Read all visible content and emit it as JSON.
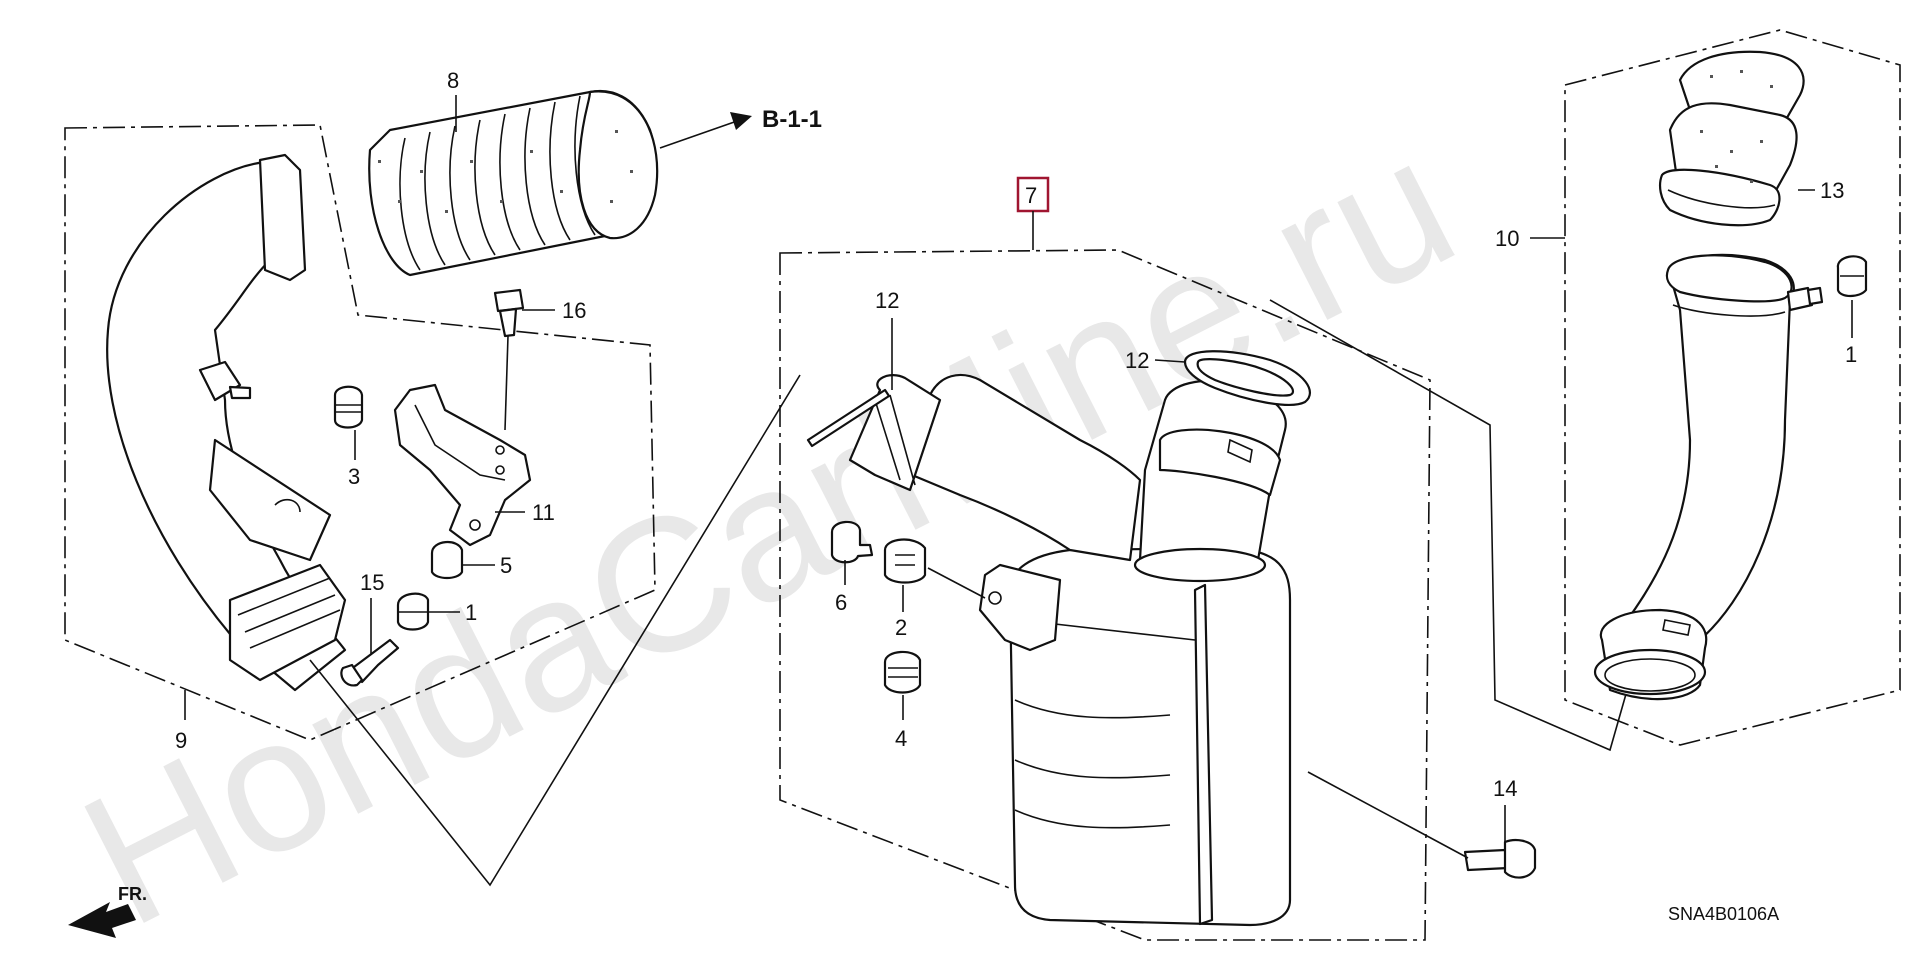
{
  "diagram": {
    "watermark": "HondaCarMine.ru",
    "reference": "B-1-1",
    "highlighted_part": "7",
    "diagram_code": "SNA4B0106A",
    "front_indicator": "FR.",
    "callouts": {
      "p1a": "1",
      "p1b": "1",
      "p2": "2",
      "p3": "3",
      "p4": "4",
      "p5": "5",
      "p6": "6",
      "p8": "8",
      "p9": "9",
      "p10": "10",
      "p11": "11",
      "p12a": "12",
      "p12b": "12",
      "p13": "13",
      "p14": "14",
      "p15": "15",
      "p16": "16"
    },
    "highlight_color": "#a01530"
  }
}
